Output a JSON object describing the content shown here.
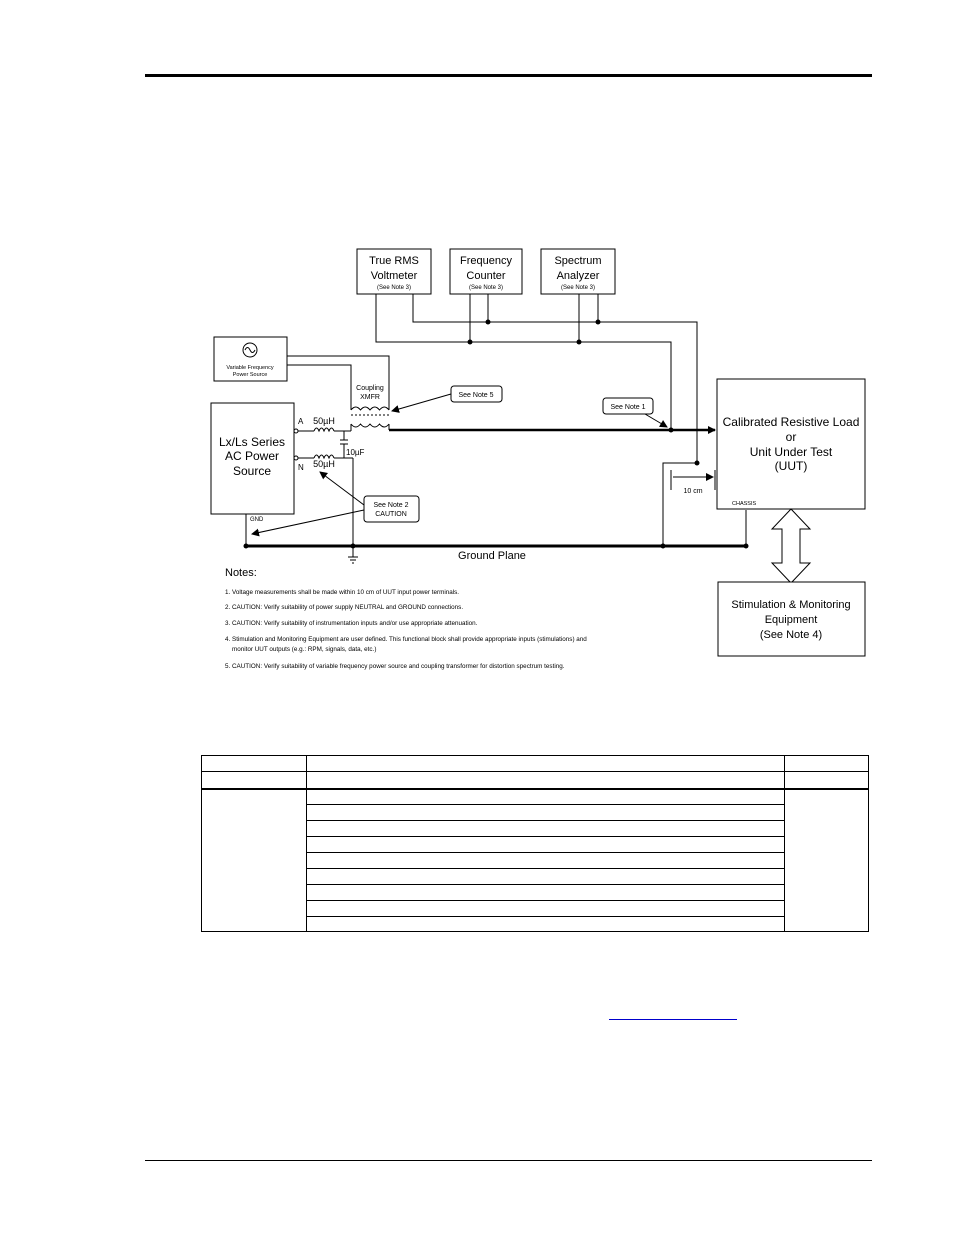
{
  "diagram": {
    "instruments": {
      "voltmeter": {
        "line1": "True RMS",
        "line2": "Voltmeter",
        "note": "(See Note 3)"
      },
      "counter": {
        "line1": "Frequency",
        "line2": "Counter",
        "note": "(See Note 3)"
      },
      "analyzer": {
        "line1": "Spectrum",
        "line2": "Analyzer",
        "note": "(See Note 3)"
      }
    },
    "var_source": {
      "line1": "Variable Frequency",
      "line2": "Power Source"
    },
    "ac_source": {
      "line1": "Lx/Ls Series",
      "line2": "AC Power",
      "line3": "Source",
      "terminal_a": "A",
      "terminal_n": "N",
      "gnd": "GND"
    },
    "inductor_top": "50µH",
    "inductor_bottom": "50µH",
    "capacitor": "10µF",
    "coupling": {
      "line1": "Coupling",
      "line2": "XMFR"
    },
    "callouts": {
      "note5": "See Note 5",
      "note1": "See Note 1",
      "note2_line1": "See Note 2",
      "note2_line2": "CAUTION"
    },
    "uut": {
      "line1": "Calibrated Resistive Load",
      "line2": "or",
      "line3": "Unit Under Test",
      "line4": "(UUT)",
      "chassis": "CHASSIS"
    },
    "distance": "10 cm",
    "ground_plane": "Ground Plane",
    "stim": {
      "line1": "Stimulation & Monitoring",
      "line2": "Equipment",
      "line3": "(See Note 4)"
    },
    "notes_title": "Notes:",
    "notes": [
      "1. Voltage measurements shall be made within 10 cm of UUT input power terminals.",
      "2. CAUTION: Verify suitability of power supply NEUTRAL and GROUND connections.",
      "3. CAUTION: Verify suitability of instrumentation inputs and/or use appropriate attenuation.",
      "4. Stimulation and Monitoring Equipment are user defined. This functional block shall provide appropriate inputs (stimulations) and",
      "monitor UUT outputs (e.g.: RPM, signals, data, etc.)",
      "5. CAUTION: Verify suitability of variable frequency power source and coupling transformer for distortion spectrum testing."
    ]
  },
  "colors": {
    "ink": "#000000",
    "link": "#0000cc",
    "background": "#ffffff"
  }
}
